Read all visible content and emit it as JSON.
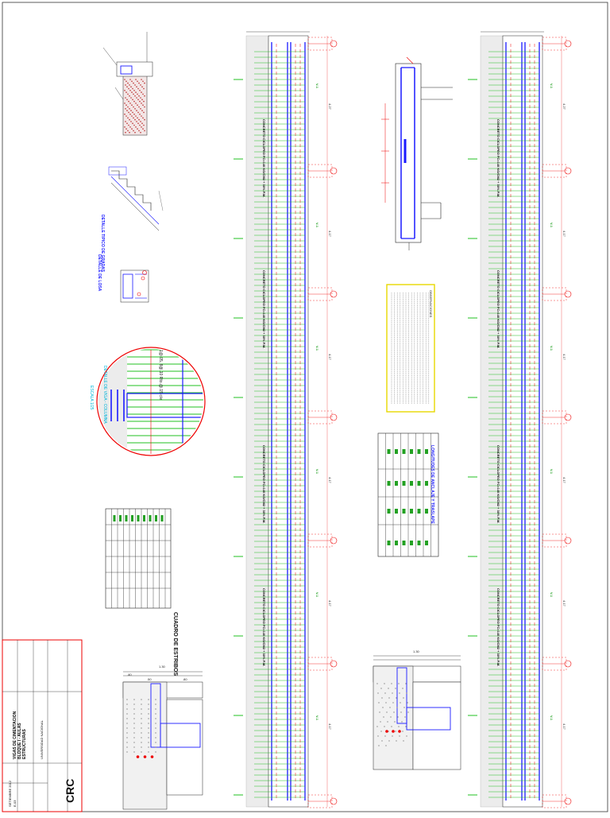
{
  "document": {
    "company_logo": "CRC",
    "beams": {
      "beam_label_repeat": "V-1",
      "span_lengths": [
        "4.27",
        "4.17",
        "4.17",
        "4.17",
        "4.17",
        "4.17",
        "4.27"
      ],
      "concrete_note": "CONCRETO CICLOPEO FC=140 KG/CM2 + 30% P.M."
    },
    "stirrups_table": {
      "title": "CUADRO DE ESTRIBOS",
      "note": "1@.05, 8@.10 Rto.@.15 c/e"
    },
    "rebar_table": {
      "title": "LONGITUDES DE ANCLAJE Y TRASLAPE"
    },
    "notes_box": {
      "title": "OBSERVACIONES"
    },
    "details": {
      "detail_stair": "DETALLE TIPICO DE GRADAS",
      "detail_slab": "DETALLE DE LOSA",
      "detail_section": "DETALLE DE VIGA - COLUMNA",
      "scale": "ESCALA 1/25"
    },
    "section_dims": {
      "total": "1.30",
      "a": ".40",
      "b": ".50",
      "c": ".80"
    },
    "title_block": {
      "university": "UNIVERSIDAD NACIONAL",
      "project": "BLOQUE I - AULAS",
      "drawing_title": "VIGAS DE CIMENTACION",
      "specialty": "ESTRUCTURAS",
      "sheet": "E-03",
      "date": "SETIEMBRE 2012"
    }
  }
}
